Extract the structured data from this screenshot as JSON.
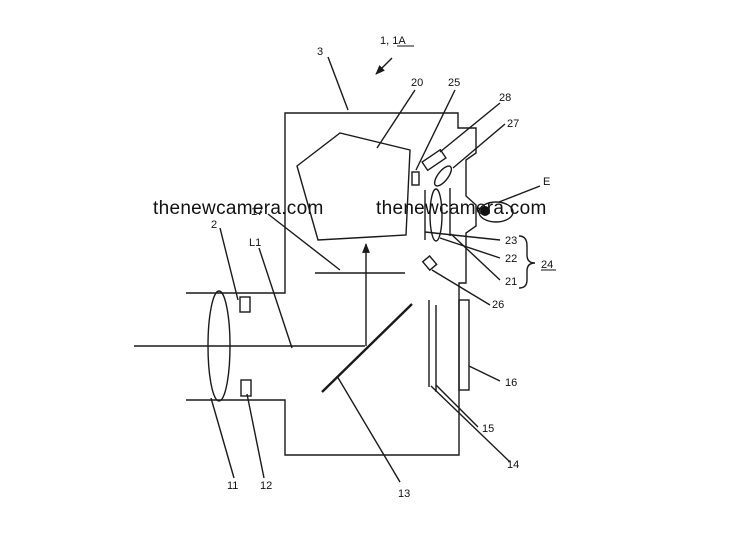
{
  "figure": {
    "watermark_left": "thenewcamera.com",
    "watermark_right": "thenewcamera.com",
    "labels": {
      "title_ref": "1, 1A",
      "ref_3": "3",
      "ref_20": "20",
      "ref_25": "25",
      "ref_28": "28",
      "ref_27": "27",
      "ref_E": "E",
      "ref_17": "17",
      "ref_2": "2",
      "ref_L1": "L1",
      "ref_23": "23",
      "ref_22": "22",
      "ref_21": "21",
      "ref_24": "24",
      "ref_26": "26",
      "ref_16": "16",
      "ref_15": "15",
      "ref_14": "14",
      "ref_13": "13",
      "ref_11": "11",
      "ref_12": "12"
    }
  }
}
